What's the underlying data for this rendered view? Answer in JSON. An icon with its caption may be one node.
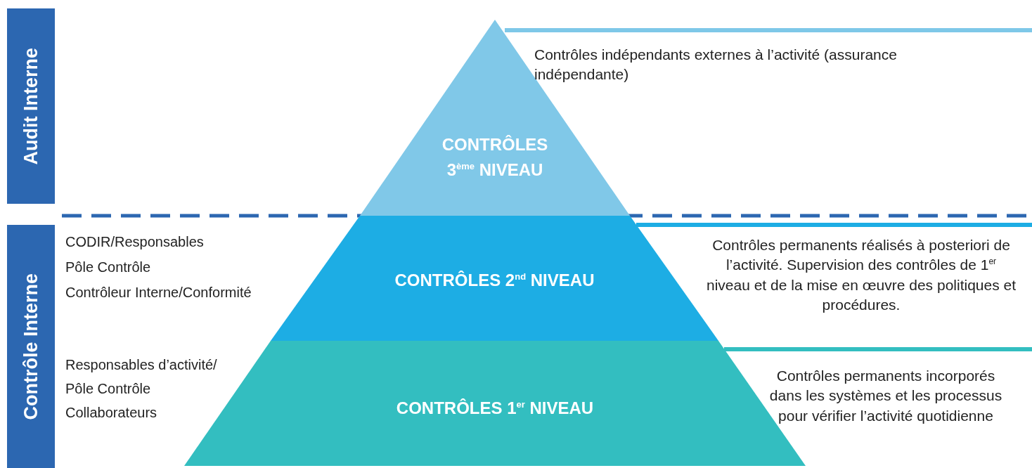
{
  "diagram": {
    "nodes": [
      {
        "text": [
          "Audit Interne"
        ]
      },
      {
        "text": [
          "Contrôle Interne"
        ]
      },
      {
        "text": [
          "CONTRÔLES 3$^{ème}$ NIVEAU"
        ],
        "beside": [
          "Contrôles indépendants externes à l’activité (assurance indépendante)"
        ]
      },
      {
        "text": [
          "CONTRÔLES 2$^{nd}$ NIVEAU"
        ],
        "beside": [
          "Contrôles permanents réalisés à posteriori de l’activité. Supervision des contrôles de 1$^{er}$ niveau et de la mise en œuvre des politiques et procédures."
        ]
      },
      {
        "text": [
          "CONTRÔLES 1$^{er}$ NIVEAU"
        ],
        "beside": [
          "Contrôles permanents incorporés dans les systèmes et les processus pour vérifier l’activité quotidienne"
        ]
      }
    ],
    "labels": [
      "CODIR/Responsables",
      "Pôle Contrôle",
      "Contrôleur Interne/Conformité",
      "Responsables d’activité/",
      "Pôle Contrôle",
      "Collaborateurs"
    ]
  }
}
